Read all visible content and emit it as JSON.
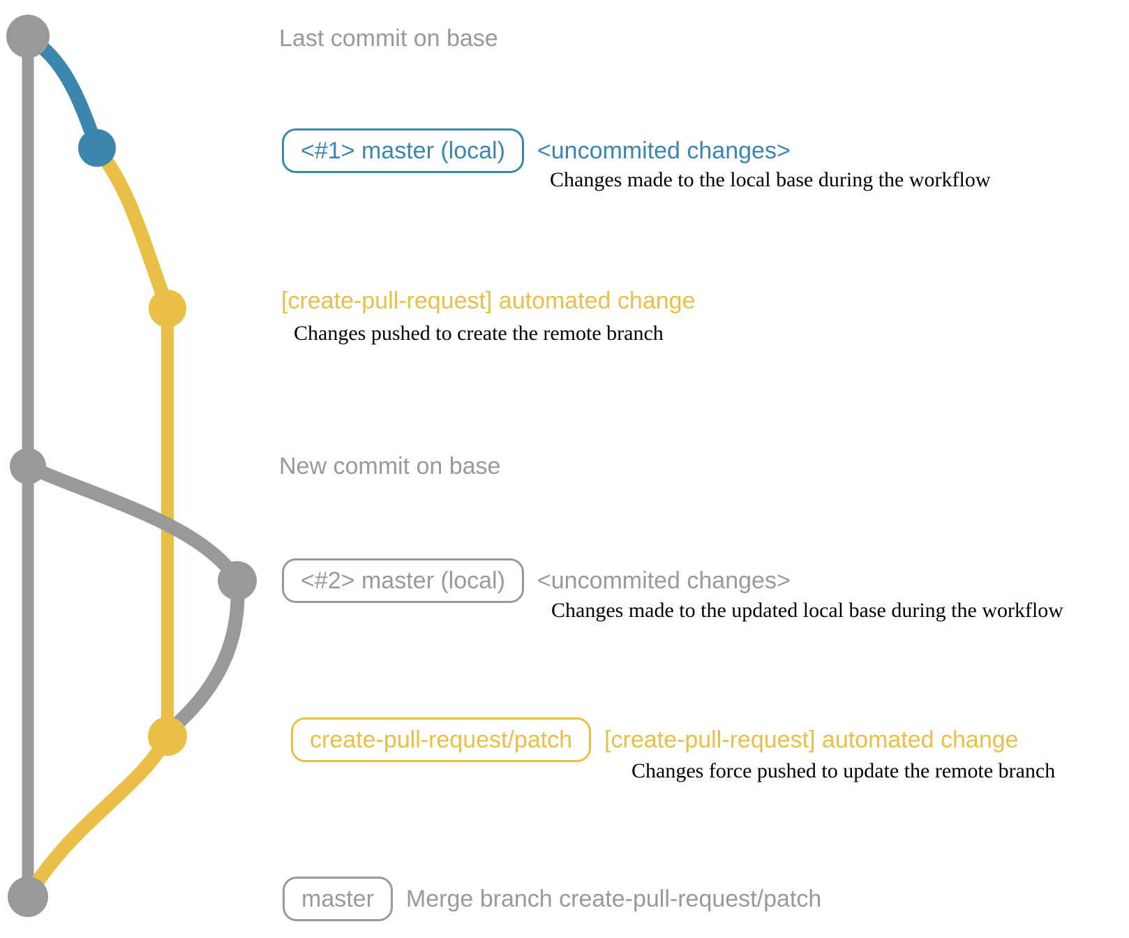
{
  "colors": {
    "gray": "#999999",
    "blue": "#3a86ac",
    "yellow": "#e9bf47",
    "caption_text": "#000000"
  },
  "annotations": {
    "last_commit": "Last commit on base",
    "new_commit": "New commit on base"
  },
  "rows": {
    "r1": {
      "badge": "<#1> master (local)",
      "title": "<uncommited changes>",
      "caption": "Changes made to the local base during the workflow"
    },
    "r2": {
      "title": "[create-pull-request] automated change",
      "caption": "Changes pushed to create the remote branch"
    },
    "r3": {
      "badge": "<#2> master (local)",
      "title": "<uncommited changes>",
      "caption": "Changes made to the updated local base during the workflow"
    },
    "r4": {
      "badge": "create-pull-request/patch",
      "title": "[create-pull-request] automated change",
      "caption": "Changes force pushed to update the remote branch"
    },
    "r5": {
      "badge": "master",
      "title": "Merge branch create-pull-request/patch"
    }
  }
}
